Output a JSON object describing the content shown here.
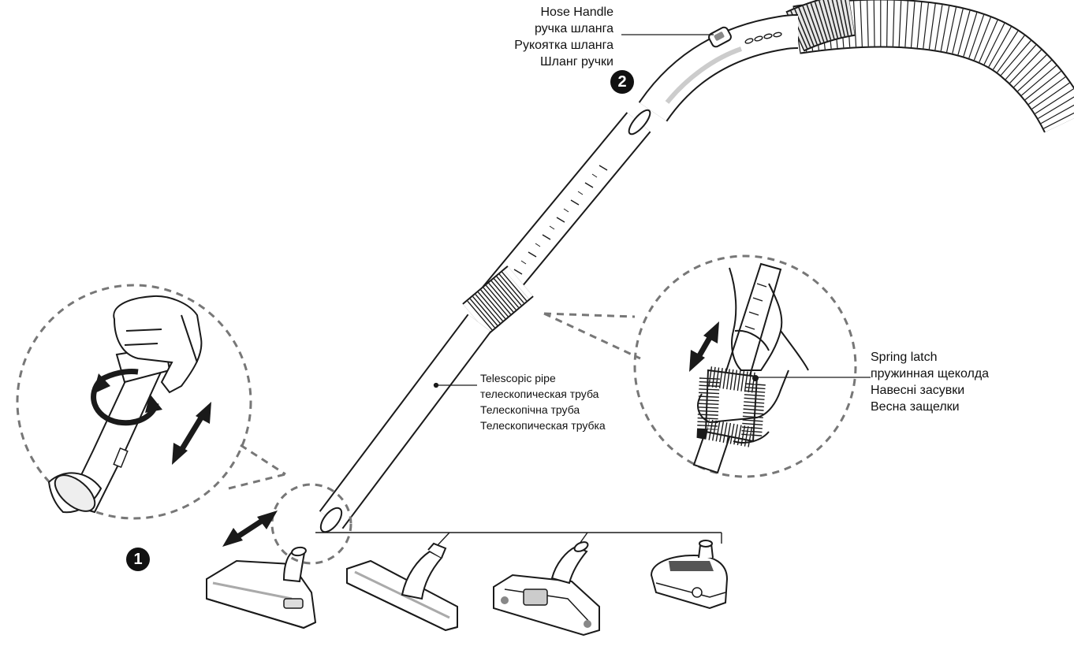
{
  "hose_handle": {
    "labels": [
      "Hose Handle",
      "ручка шланга",
      "Рукоятка шланга",
      "Шланг ручки"
    ]
  },
  "telescopic_pipe": {
    "labels": [
      "Telescopic pipe",
      "телескопическая труба",
      "Телескопічна труба",
      "Телескопическая трубка"
    ]
  },
  "spring_latch": {
    "labels": [
      "Spring latch",
      "пружинная щеколда",
      "Навесні засувки",
      "Весна защелки"
    ]
  },
  "steps": {
    "one": "1",
    "two": "2"
  },
  "colors": {
    "line": "#1a1a1a",
    "fill": "#ffffff",
    "shade": "#dddddd",
    "dash": "#777777",
    "badge": "#111111"
  }
}
